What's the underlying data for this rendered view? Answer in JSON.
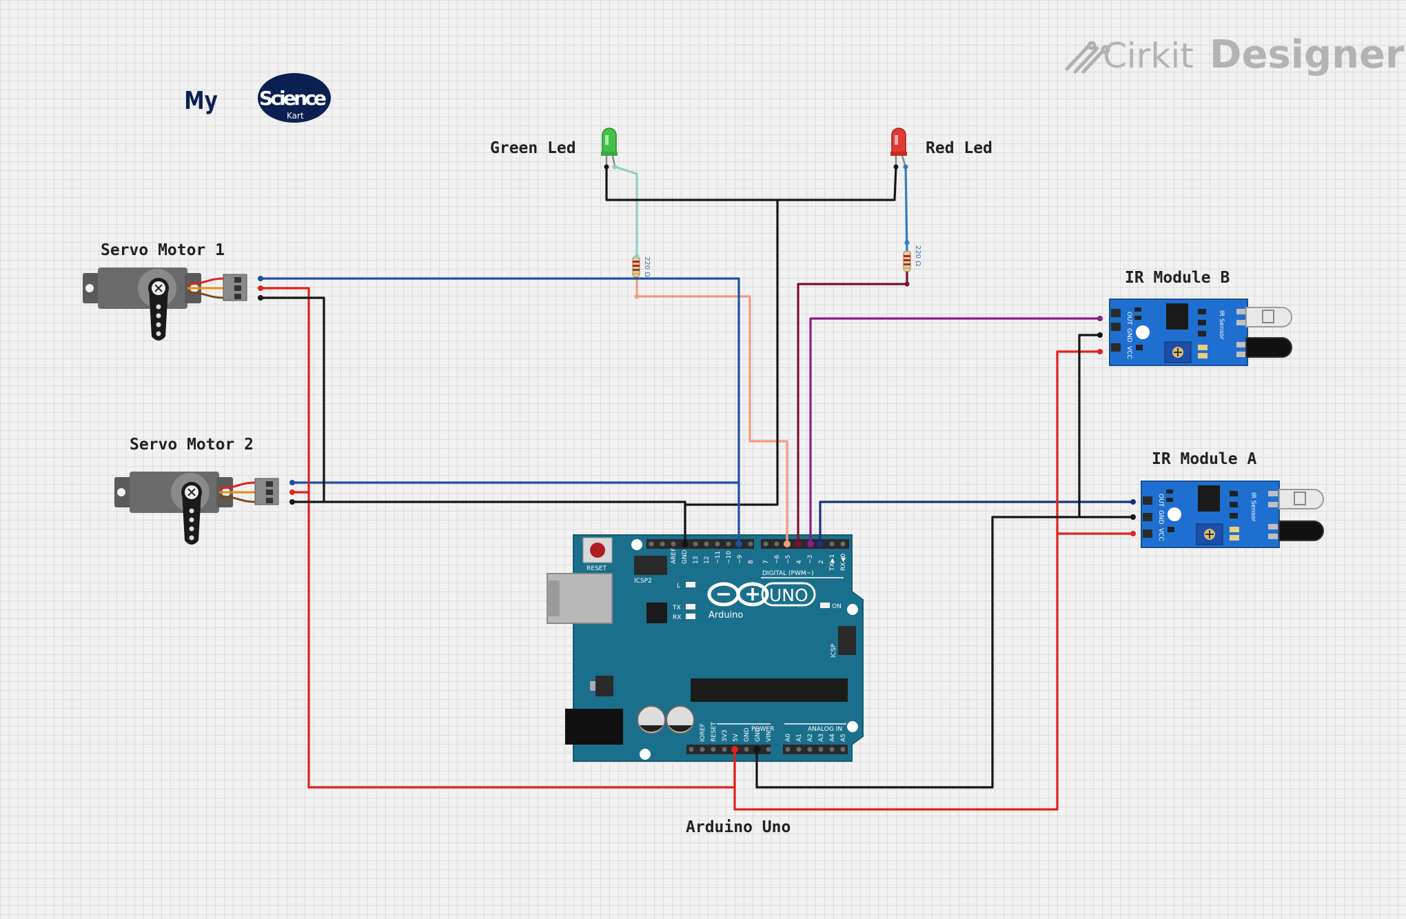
{
  "brand": {
    "cirkit": "Cirkit",
    "designer": "Designer"
  },
  "logo": {
    "my": "My",
    "science": "Science",
    "kart": "Kart"
  },
  "labels": {
    "green_led": "Green Led",
    "red_led": "Red Led",
    "servo1": "Servo Motor 1",
    "servo2": "Servo Motor 2",
    "ir_b": "IR Module B",
    "ir_a": "IR Module A",
    "arduino": "Arduino Uno"
  },
  "resistor_value": "220 Ω",
  "arduino": {
    "uno": "UNO",
    "arduino_word": "Arduino",
    "reset": "RESET",
    "icsp2": "ICSP2",
    "icsp": "ICSP",
    "digital": "DIGITAL (PWM~)",
    "power": "POWER",
    "analog_in": "ANALOG IN",
    "on": "ON",
    "l": "L",
    "tx": "TX",
    "rx": "RX",
    "top_pins": [
      "AREF",
      "GND",
      "13",
      "12",
      "~11",
      "~10",
      "~9",
      "8",
      "7",
      "~6",
      "~5",
      "4",
      "~3",
      "2",
      "TX▶1",
      "RX◀0"
    ],
    "power_pins": [
      "IOREF",
      "RESET",
      "3V3",
      "5V",
      "GND",
      "GND",
      "VIN"
    ],
    "analog_pins": [
      "A0",
      "A1",
      "A2",
      "A3",
      "A4",
      "A5"
    ]
  },
  "ir_module": {
    "sensor": "IR Sensor",
    "pins": [
      "OUT",
      "GND",
      "VCC"
    ]
  },
  "colors": {
    "red": "#e0221c",
    "black": "#151515",
    "blue": "#1e4fa0",
    "navy": "#1b2f7c",
    "salmon": "#f59a80",
    "purple": "#8a1a8e",
    "maroon": "#7a1030",
    "teal": "#8ed0c6",
    "lightblue": "#2f7fc0",
    "board": "#1a6f8c",
    "ir": "#1f6fd0"
  }
}
